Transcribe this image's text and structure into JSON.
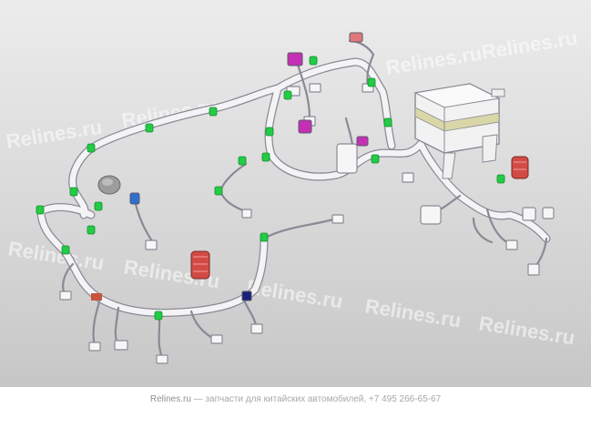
{
  "watermark": {
    "text": "Relines.ru"
  },
  "footer": {
    "brand": "Relines.ru",
    "tagline": " — запчасти для китайских автомобилей, +7 495 266-65-67"
  },
  "colors": {
    "background_top": "#e6e6e6",
    "background_bottom": "#c9c9c9",
    "harness": "#f4f4f6",
    "harness_outline": "#8a8a96",
    "clip_green": "#22cc44",
    "connector_magenta": "#c52fb6",
    "connector_blue": "#2f6fd0",
    "connector_navy": "#1a1f7a",
    "relay_red": "#d24a46",
    "fusebox_body": "#f2f2f2",
    "fusebox_band": "#d9d6a8"
  }
}
